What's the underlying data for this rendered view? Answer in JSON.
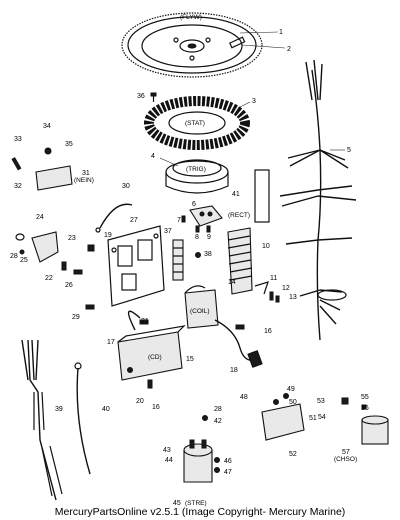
{
  "caption": "MercuryPartsOnline v2.5.1 (Image Copyright- Mercury Marine)",
  "component_codes": {
    "flyw": "(FLYW)",
    "stat": "(STAT)",
    "trig": "(TRIG)",
    "rect": "(RECT)",
    "nein": "(NEIN)",
    "coil": "(COIL)",
    "cd": "(CD)",
    "stre": "(STRE)",
    "chso": "(CHSO)"
  },
  "callouts": {
    "n1": "1",
    "n2": "2",
    "n3": "3",
    "n4": "4",
    "n5": "5",
    "n6": "6",
    "n7": "7",
    "n8": "8",
    "n9": "9",
    "n10": "10",
    "n11": "11",
    "n12": "12",
    "n13": "13",
    "n14": "14",
    "n15": "15",
    "n16": "16",
    "n16b": "16",
    "n17": "17",
    "n18": "18",
    "n19": "19",
    "n20": "20",
    "n21": "21",
    "n22": "22",
    "n23": "23",
    "n24": "24",
    "n25": "25",
    "n26": "26",
    "n27": "27",
    "n28": "28",
    "n28b": "28",
    "n29": "29",
    "n30": "30",
    "n31": "31",
    "n32": "32",
    "n33": "33",
    "n34": "34",
    "n35": "35",
    "n36": "36",
    "n37": "37",
    "n38": "38",
    "n39": "39",
    "n40": "40",
    "n41": "41",
    "n42": "42",
    "n43": "43",
    "n44": "44",
    "n45": "45",
    "n46": "46",
    "n47": "47",
    "n48": "48",
    "n49": "49",
    "n50": "50",
    "n51": "51",
    "n52": "52",
    "n53": "53",
    "n54": "54",
    "n55": "55",
    "n56": "56",
    "n57": "57"
  }
}
